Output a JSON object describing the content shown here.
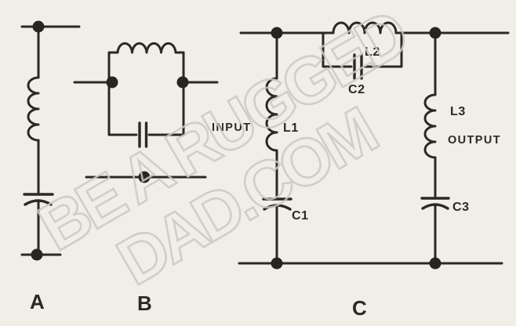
{
  "watermark": {
    "line1": "BE A RUGGED",
    "line2": "DAD.COM"
  },
  "labels": {
    "circuit_a": "A",
    "circuit_b": "B",
    "circuit_c": "C"
  },
  "circuit_c": {
    "input": "INPUT",
    "output": "OUTPUT",
    "l1": "L1",
    "l2": "L2",
    "l3": "L3",
    "c1": "C1",
    "c2": "C2",
    "c3": "C3"
  },
  "colors": {
    "background": "#f1eee7",
    "line": "#2c2824",
    "dot": "#2a2420",
    "watermark": "#c9c9c6"
  }
}
